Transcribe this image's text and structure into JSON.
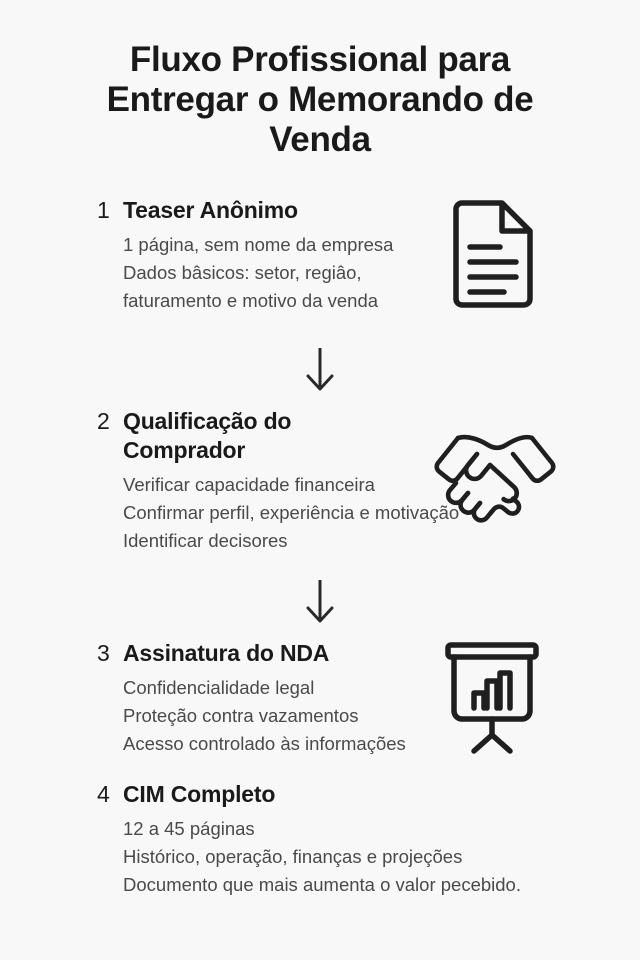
{
  "title": "Fluxo Profissional para Entregar o Memorando de Venda",
  "colors": {
    "background": "#f8f8f8",
    "heading": "#1a1a1a",
    "body": "#4a4a4a",
    "icon_stroke": "#1f1f1f"
  },
  "steps": [
    {
      "number": "1",
      "title": "Teaser Anônimo",
      "icon": "document-icon",
      "lines": [
        "1 página, sem nome da empresa",
        "Dados bâsicos: setor, regiâo,",
        "faturamento e motivo da venda"
      ]
    },
    {
      "number": "2",
      "title": "Qualificação do Comprador",
      "icon": "handshake-icon",
      "lines": [
        "Verificar capacidade financeira",
        "Confirmar perfil, experiência e motivação",
        "Identificar decisores"
      ]
    },
    {
      "number": "3",
      "title": "Assinatura do NDA",
      "icon": "presentation-chart-icon",
      "lines": [
        "Confidencialidade legal",
        "Proteção contra vazamentos",
        "Acesso controlado às informações"
      ]
    },
    {
      "number": "4",
      "title": "CIM Completo",
      "icon": "",
      "lines": [
        "12 a 45 páginas",
        "Histórico, operação, finanças e projeções",
        "Documento que mais aumenta o valor pecebido."
      ]
    }
  ],
  "connectors": [
    {
      "name": "arrow-down-1",
      "glyph": "↓"
    },
    {
      "name": "arrow-down-2",
      "glyph": "↓"
    }
  ]
}
